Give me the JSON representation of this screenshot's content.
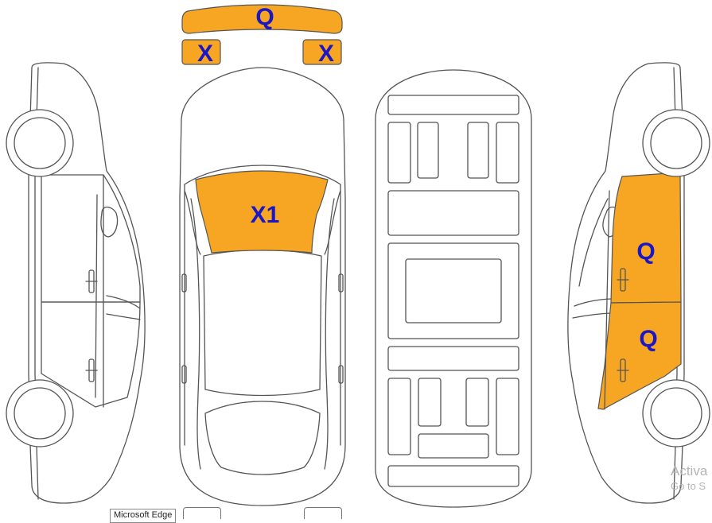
{
  "colors": {
    "damage_fill": "#f7a623",
    "label": "#1b17c4",
    "outline": "#555555"
  },
  "marks": {
    "windshield_strip": "Q",
    "left_small_panel": "X",
    "right_small_panel": "X",
    "roof_panel": "X1",
    "front_door": "Q",
    "rear_door": "Q"
  },
  "watermark": {
    "line1": "Activa",
    "line2": "Go to S"
  },
  "taskbar_tooltip": "Microsoft Edge"
}
